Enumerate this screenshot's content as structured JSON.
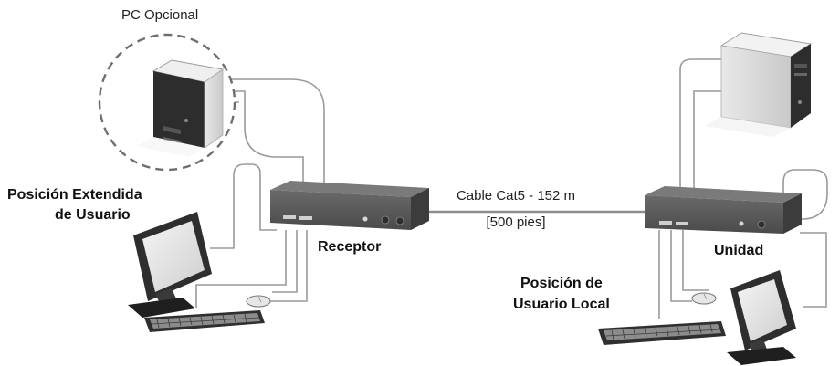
{
  "labels": {
    "optional_pc": "PC Opcional",
    "extended_station_line1": "Posición Extendida",
    "extended_station_line2": "de Usuario",
    "receiver": "Receptor",
    "cable_line1": "Cable Cat5 - 152 m",
    "cable_line2": "[500 pies]",
    "unit": "Unidad",
    "local_station_line1": "Posición de",
    "local_station_line2": "Usuario Local"
  }
}
